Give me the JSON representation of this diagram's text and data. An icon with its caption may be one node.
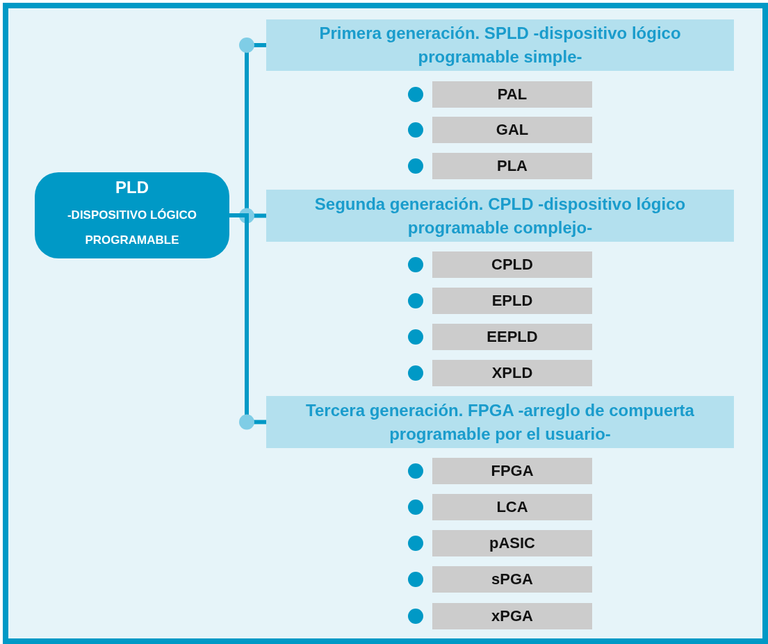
{
  "diagram": {
    "nodes": [
      {
        "text": [
          "PLD",
          "-DISPOSITIVO LÓGICO PROGRAMABLE"
        ]
      },
      {
        "text": [
          "Primera generación. SPLD -dispositivo lógico programable simple-"
        ]
      },
      {
        "text": [
          "PAL"
        ]
      },
      {
        "text": [
          "GAL"
        ]
      },
      {
        "text": [
          "PLA"
        ]
      },
      {
        "text": [
          "Segunda generación. CPLD -dispositivo lógico programable complejo-"
        ]
      },
      {
        "text": [
          "CPLD"
        ]
      },
      {
        "text": [
          "EPLD"
        ]
      },
      {
        "text": [
          "EEPLD"
        ]
      },
      {
        "text": [
          "XPLD"
        ]
      },
      {
        "text": [
          "Tercera generación. FPGA -arreglo de compuerta programable por el usuario-"
        ]
      },
      {
        "text": [
          "FPGA"
        ]
      },
      {
        "text": [
          "LCA"
        ]
      },
      {
        "text": [
          "pASIC"
        ]
      },
      {
        "text": [
          "sPGA"
        ]
      },
      {
        "text": [
          "xPGA"
        ]
      }
    ],
    "edges": [
      {
        "from": 0,
        "to": 1,
        "arrow": "other"
      },
      {
        "from": 0,
        "to": 5,
        "arrow": "other"
      },
      {
        "from": 0,
        "to": 10,
        "arrow": "other"
      }
    ]
  }
}
